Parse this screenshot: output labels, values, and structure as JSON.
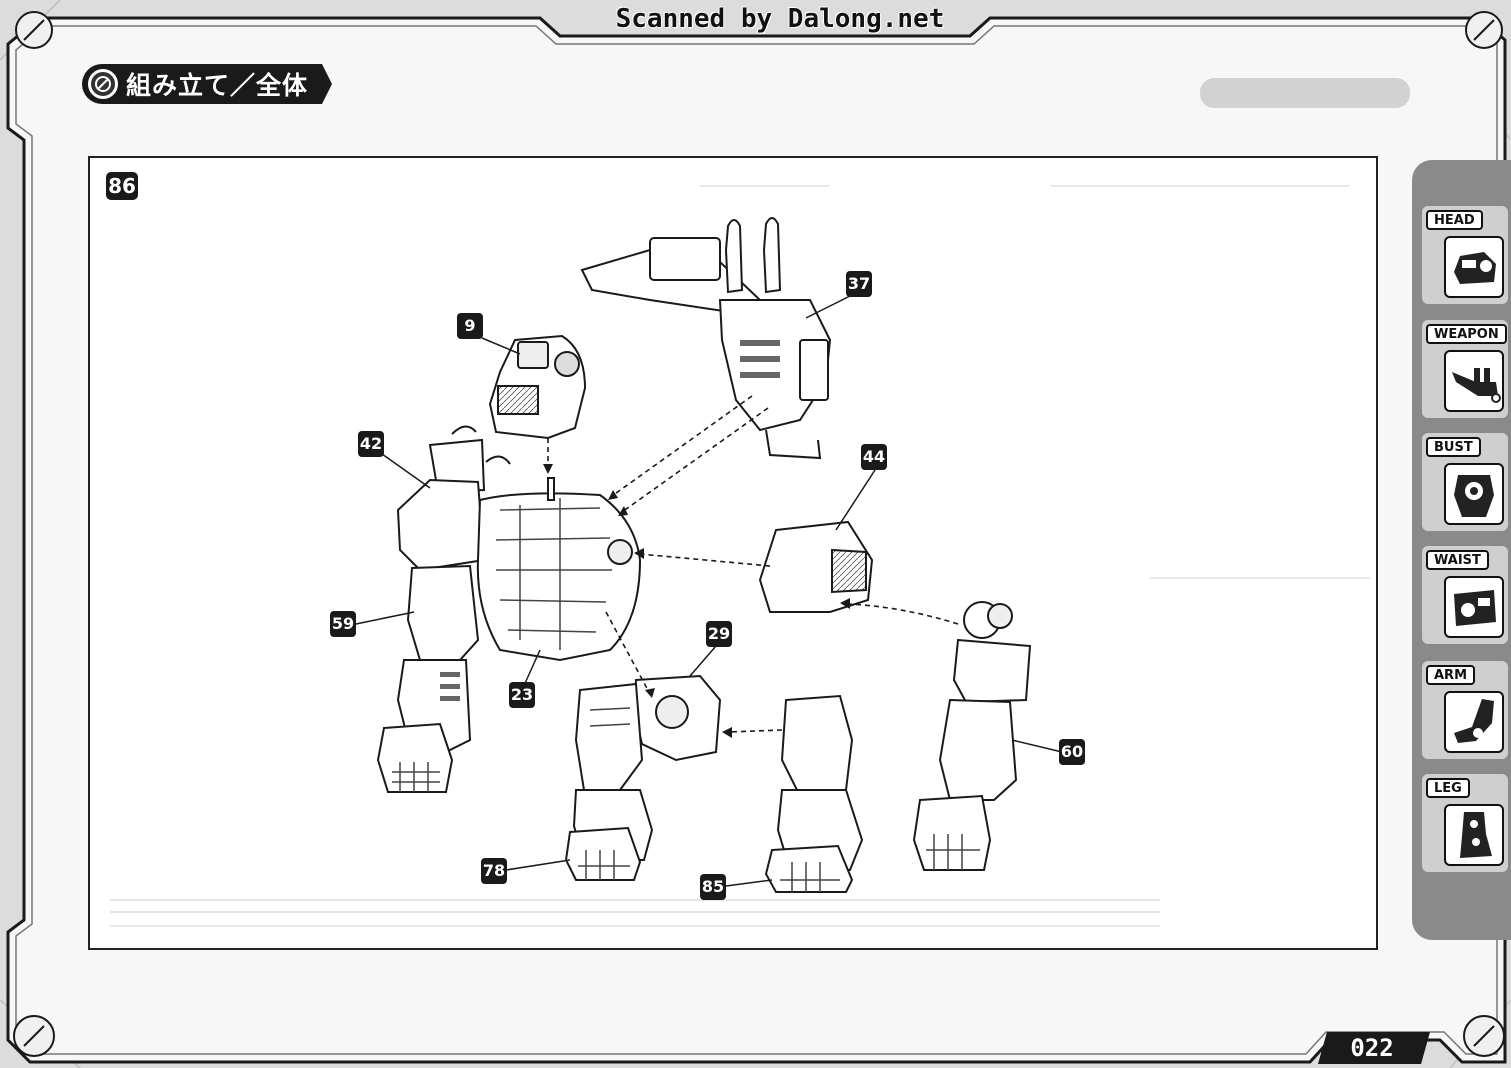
{
  "watermark": "Scanned by Dalong.net",
  "section_header": {
    "title": "組み立て／全体"
  },
  "step": {
    "number": "86"
  },
  "part_callouts": [
    {
      "id": "9"
    },
    {
      "id": "37"
    },
    {
      "id": "42"
    },
    {
      "id": "44"
    },
    {
      "id": "59"
    },
    {
      "id": "23"
    },
    {
      "id": "29"
    },
    {
      "id": "60"
    },
    {
      "id": "78"
    },
    {
      "id": "85"
    }
  ],
  "nav_tabs": [
    {
      "label": "HEAD",
      "icon": "head-part-icon"
    },
    {
      "label": "WEAPON",
      "icon": "weapon-part-icon"
    },
    {
      "label": "BUST",
      "icon": "bust-part-icon"
    },
    {
      "label": "WAIST",
      "icon": "waist-part-icon"
    },
    {
      "label": "ARM",
      "icon": "arm-part-icon"
    },
    {
      "label": "LEG",
      "icon": "leg-part-icon"
    }
  ],
  "page_number": "022",
  "colors": {
    "frame": "#1a1a1a",
    "panel": "#ffffff",
    "background": "#e4e4e4"
  }
}
